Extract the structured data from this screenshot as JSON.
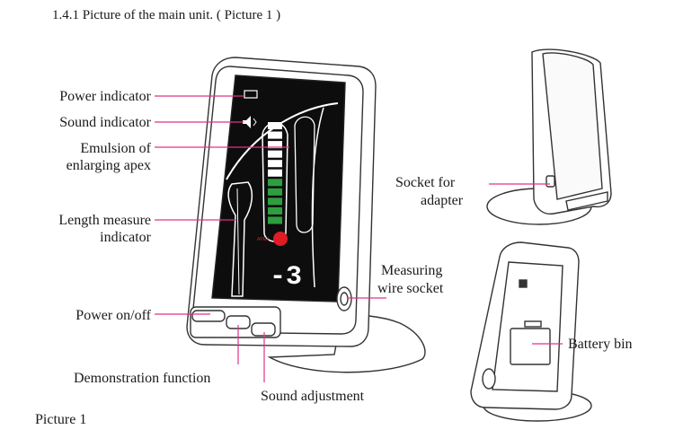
{
  "heading": "1.4.1 Picture of the main unit. ( Picture 1 )",
  "caption": "Picture 1",
  "labels": {
    "power_indicator": "Power indicator",
    "sound_indicator": "Sound indicator",
    "emulsion_line1": "Emulsion of",
    "emulsion_line2": "enlarging apex",
    "length_line1": "Length measure",
    "length_line2": "indicator",
    "power_onoff": "Power on/off",
    "demo_function": "Demonstration function",
    "sound_adjustment": "Sound adjustment",
    "socket_line1": "Socket for",
    "socket_line2": "adapter",
    "measuring_line1": "Measuring",
    "measuring_line2": "wire socket",
    "battery_bin": "Battery bin"
  },
  "screen": {
    "distance_readout": "-3",
    "scale_green_bars": 5,
    "scale_white_bars": 6
  },
  "colors": {
    "leader_line": "#e0338a",
    "scale_green": "#2e9e3e",
    "apex_red": "#e01b24",
    "screen": "#0d0d0d",
    "body_outline": "#333333"
  }
}
